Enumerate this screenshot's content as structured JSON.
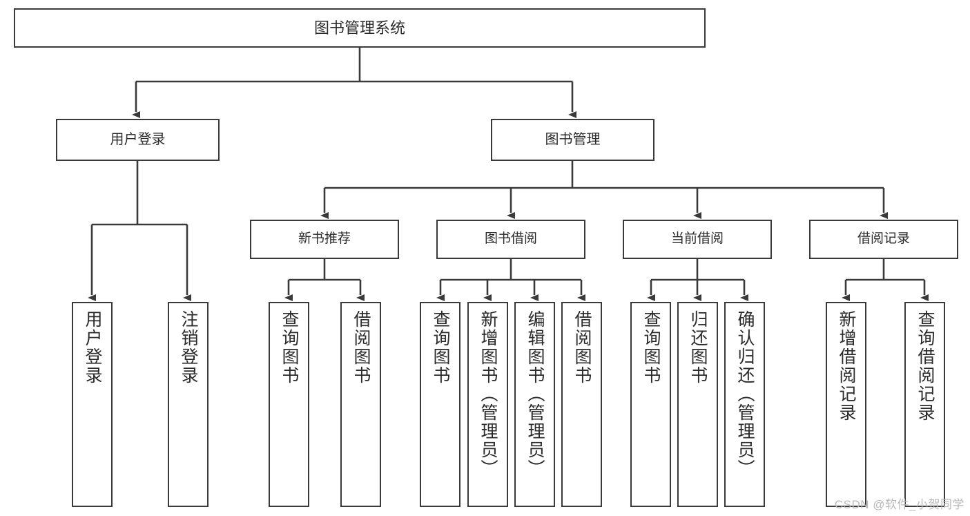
{
  "diagram": {
    "type": "tree",
    "title": "图书管理系统",
    "orientation": "top-down",
    "watermark": "CSDN @软件_小贺同学",
    "colors": {
      "box_border": "#3a3a3a",
      "box_fill": "#ffffff",
      "connector": "#3a3a3a",
      "text": "#2b2b2b",
      "watermark": "#b9b9b9"
    },
    "nodes": {
      "root": {
        "label": "图书管理系统",
        "level": 0
      },
      "l1": [
        {
          "id": "user-login",
          "label": "用户登录",
          "level": 1
        },
        {
          "id": "book-manage",
          "label": "图书管理",
          "level": 1
        }
      ],
      "l2": [
        {
          "id": "new-book-recommend",
          "label": "新书推荐",
          "level": 2,
          "parent": "book-manage"
        },
        {
          "id": "book-borrow",
          "label": "图书借阅",
          "level": 2,
          "parent": "book-manage"
        },
        {
          "id": "current-borrow",
          "label": "当前借阅",
          "level": 2,
          "parent": "book-manage"
        },
        {
          "id": "borrow-record",
          "label": "借阅记录",
          "level": 2,
          "parent": "book-manage"
        }
      ],
      "leaves": [
        {
          "id": "leaf-user-login",
          "label": "用户登录",
          "parent": "user-login"
        },
        {
          "id": "leaf-user-logout",
          "label": "注销登录",
          "parent": "user-login"
        },
        {
          "id": "leaf-query-book-1",
          "label": "查询图书",
          "parent": "new-book-recommend"
        },
        {
          "id": "leaf-borrow-book-1",
          "label": "借阅图书",
          "parent": "new-book-recommend"
        },
        {
          "id": "leaf-query-book-2",
          "label": "查询图书",
          "parent": "book-borrow"
        },
        {
          "id": "leaf-add-book",
          "label": "新增图书（管理员）",
          "parent": "book-borrow"
        },
        {
          "id": "leaf-edit-book",
          "label": "编辑图书（管理员）",
          "parent": "book-borrow"
        },
        {
          "id": "leaf-borrow-book-2",
          "label": "借阅图书",
          "parent": "book-borrow"
        },
        {
          "id": "leaf-query-book-3",
          "label": "查询图书",
          "parent": "current-borrow"
        },
        {
          "id": "leaf-return-book",
          "label": "归还图书",
          "parent": "current-borrow"
        },
        {
          "id": "leaf-confirm-return",
          "label": "确认归还（管理员）",
          "parent": "current-borrow"
        },
        {
          "id": "leaf-add-record",
          "label": "新增借阅记录",
          "parent": "borrow-record"
        },
        {
          "id": "leaf-query-record",
          "label": "查询借阅记录",
          "parent": "borrow-record"
        }
      ]
    }
  }
}
